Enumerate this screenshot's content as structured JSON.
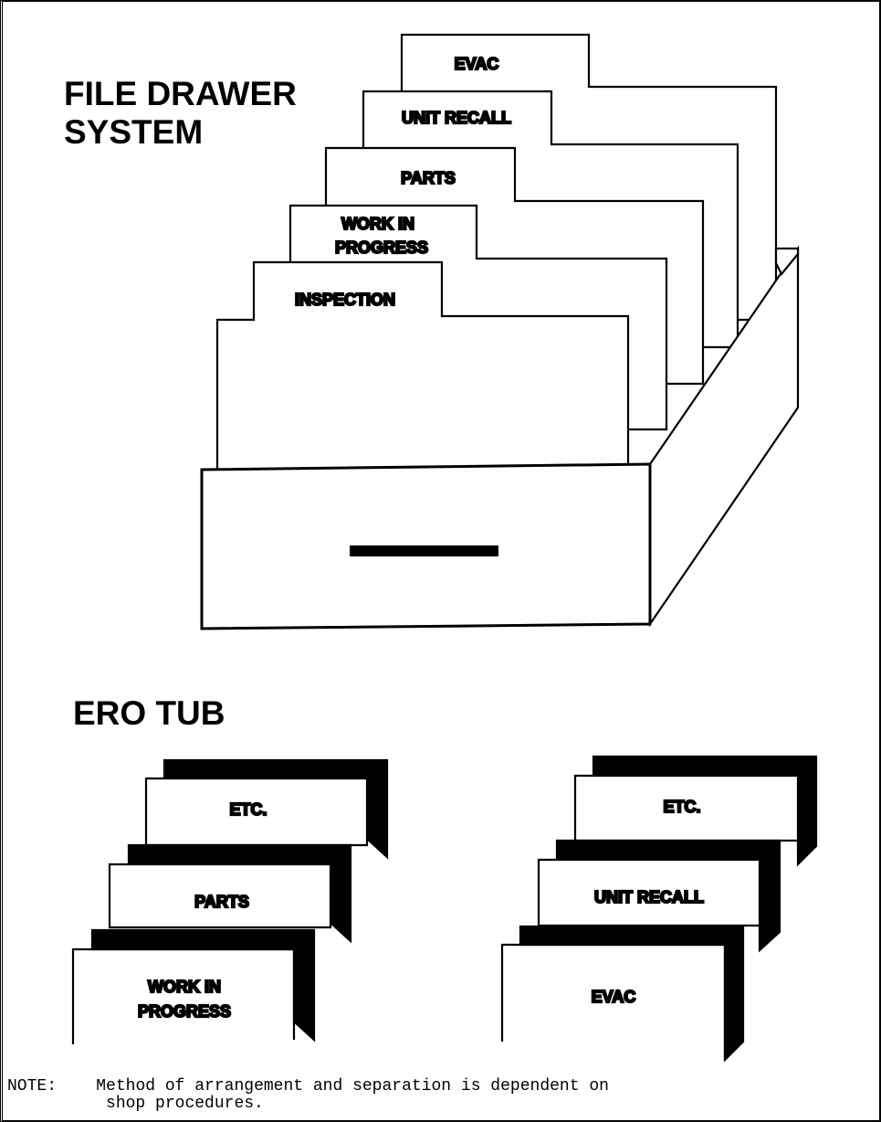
{
  "file_drawer": {
    "title_line1": "FILE DRAWER",
    "title_line2": "SYSTEM",
    "folders": {
      "evac": "EVAC",
      "unit_recall": "UNIT RECALL",
      "parts": "PARTS",
      "work_in_progress_line1": "WORK IN",
      "work_in_progress_line2": "PROGRESS",
      "inspection": "INSPECTION"
    }
  },
  "ero_tub": {
    "title": "ERO TUB",
    "left_stack": {
      "etc": "ETC.",
      "parts": "PARTS",
      "work_in_progress_line1": "WORK IN",
      "work_in_progress_line2": "PROGRESS"
    },
    "right_stack": {
      "etc": "ETC.",
      "unit_recall": "UNIT RECALL",
      "evac": "EVAC"
    }
  },
  "note": {
    "label": "NOTE:",
    "line1": "Method of arrangement and separation is dependent on",
    "line2": "shop procedures."
  }
}
